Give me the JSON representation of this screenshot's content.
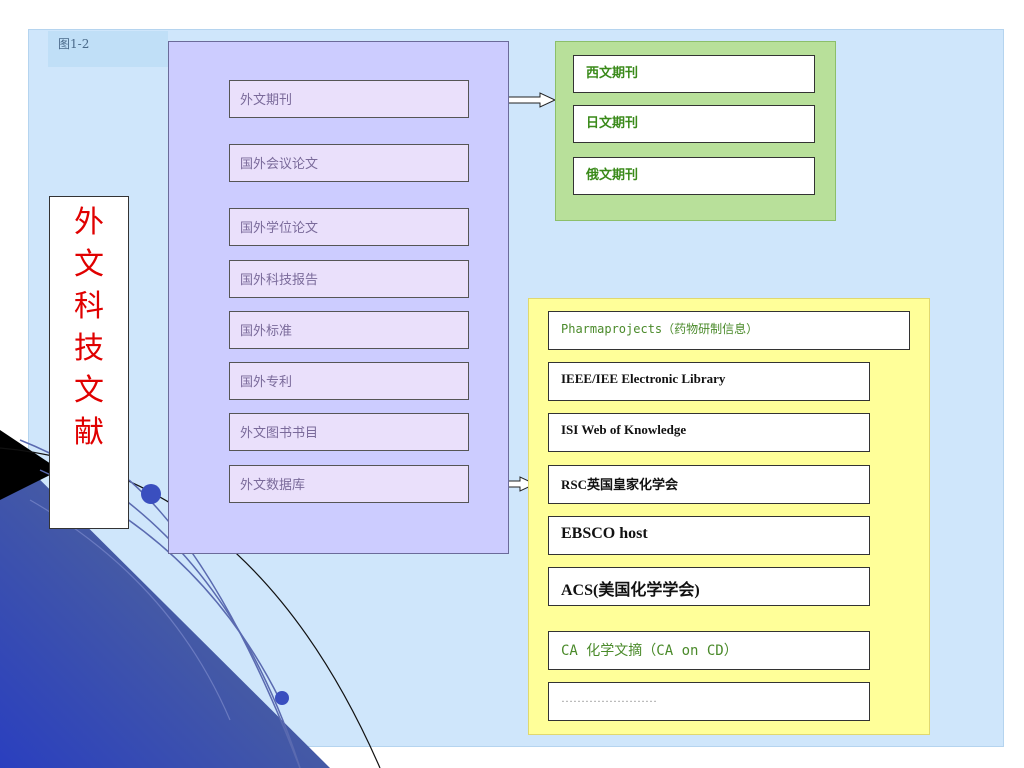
{
  "figure": {
    "label": "图1-2"
  },
  "title": "外\n文\n科\n技\n文\n献",
  "categories": [
    "外文期刊",
    "国外会议论文",
    "国外学位论文",
    "国外科技报告",
    "国外标准",
    "国外专利",
    "外文图书书目",
    "外文数据库"
  ],
  "journals": [
    "西文期刊",
    "日文期刊",
    "俄文期刊"
  ],
  "databases": [
    "Pharmaprojects（药物研制信息）",
    "IEEE/IEE Electronic Library",
    "ISI Web of Knowledge",
    "RSC英国皇家化学会",
    "EBSCO host",
    "ACS(美国化学学会)",
    "CA 化学文摘（CA on CD）",
    "……………………"
  ],
  "colors": {
    "title": "#e00000",
    "journal_text": "#3a8a1a",
    "green_panel": "#b8e09a",
    "yellow_panel": "#ffff99",
    "purple_panel": "#ccccff"
  }
}
